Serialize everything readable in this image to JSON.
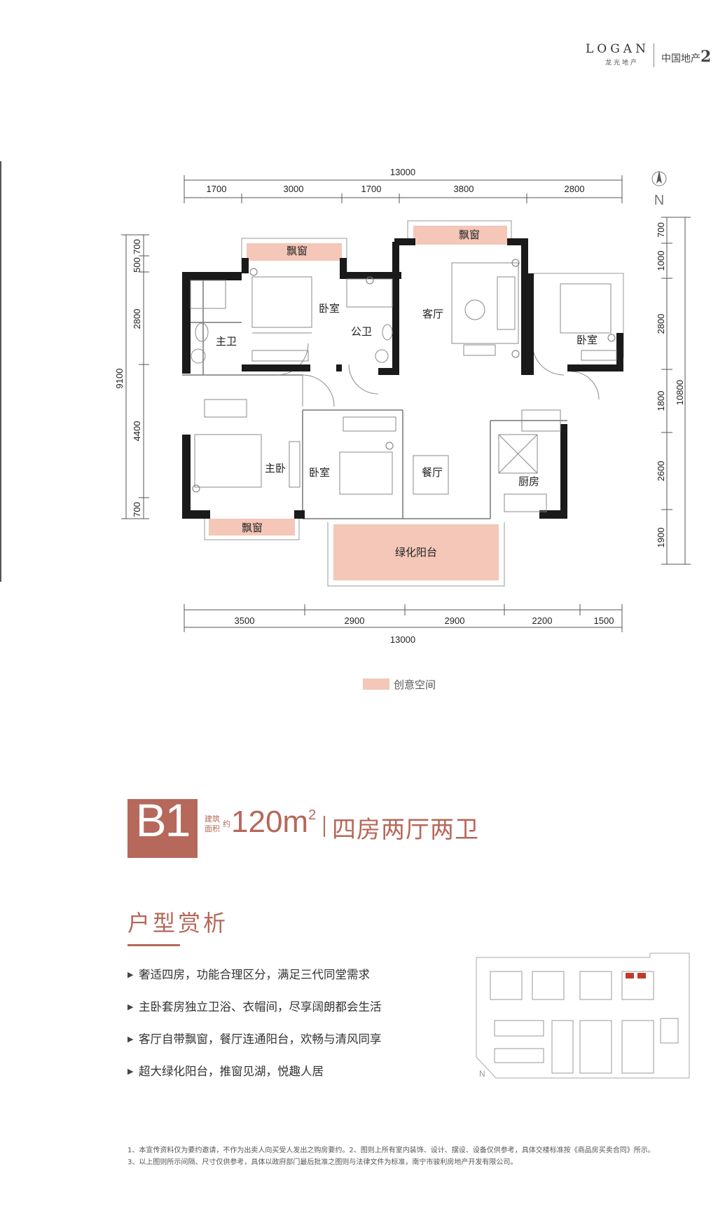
{
  "brand": {
    "logo_en": "LOGAN",
    "logo_cn": "龙光地产",
    "tagline": "中国地产",
    "tagline_num": "2"
  },
  "plan": {
    "top_dims": {
      "total": "13000",
      "segments": [
        "1700",
        "3000",
        "1700",
        "3800",
        "2800"
      ]
    },
    "bottom_dims": {
      "total": "13000",
      "segments": [
        "3500",
        "2900",
        "2900",
        "2200",
        "1500"
      ]
    },
    "left_dims": {
      "total": "9100",
      "segments": [
        "700",
        "500",
        "2800",
        "4400",
        "700"
      ]
    },
    "right_dims": {
      "total": "10800",
      "segments": [
        "700",
        "1000",
        "2800",
        "1800",
        "2600",
        "1900"
      ]
    },
    "north": "N",
    "rooms": {
      "bay_window_1": "飘窗",
      "bay_window_2": "飘窗",
      "bay_window_3": "飘窗",
      "bedroom_top": "卧室",
      "master_bath": "主卫",
      "public_bath": "公卫",
      "living_room": "客厅",
      "bedroom_right": "卧室",
      "master_bedroom": "主卧",
      "bedroom_middle": "卧室",
      "dining_room": "餐厅",
      "kitchen": "厨房",
      "green_balcony": "绿化阳台"
    }
  },
  "legend": {
    "label": "创意空间",
    "color": "#f4c7b8"
  },
  "unit": {
    "code": "B1",
    "area_label_line1": "建筑",
    "area_label_line2": "约",
    "area_label_line3": "面积",
    "area_value": "120m",
    "area_sup": "2",
    "layout": "四房两厅两卫"
  },
  "analysis": {
    "title": "户型赏析",
    "items": [
      "奢适四房，功能合理区分，满足三代同堂需求",
      "主卧套房独立卫浴、衣帽间，尽享阔朗都会生活",
      "客厅自带飘窗，餐厅连通阳台，欢畅与清风同享",
      "超大绿化阳台，推窗见湖，悦趣人居"
    ]
  },
  "siteplan": {
    "north": "N"
  },
  "footnotes": [
    "1、本宣传资料仅为要约邀请，不作为出卖人向买受人发出之购房要约。2、图则上所有室内装饰、设计、摆设、设备仅供参考，具体交楼标准按《商品房买卖合同》所示。",
    "3、以上图则所示间隔、尺寸仅供参考，具体以政府部门最后批准之图则与法律文件为标准，南宁市骏利房地产开发有限公司。"
  ],
  "colors": {
    "accent": "#b6685a",
    "wall": "#1a1a1a",
    "creative": "#f4c7b8"
  }
}
